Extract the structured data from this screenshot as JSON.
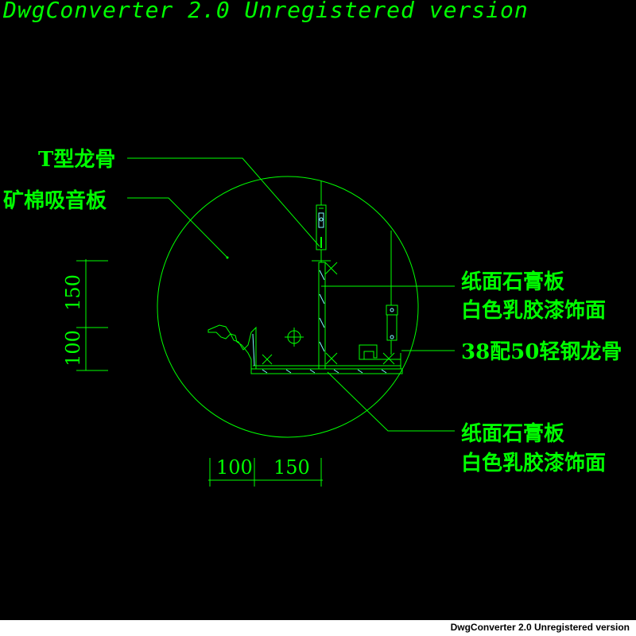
{
  "watermark": {
    "top": "DwgConverter 2.0 Unregistered version",
    "bottom": "DwgConverter 2.0 Unregistered version"
  },
  "callouts": {
    "t_keel": "T型龙骨",
    "mineral_board": "矿棉吸音板",
    "gypsum_upper_1": "纸面石膏板",
    "gypsum_upper_2": "白色乳胶漆饰面",
    "light_keel": "38配50轻钢龙骨",
    "gypsum_lower_1": "纸面石膏板",
    "gypsum_lower_2": "白色乳胶漆饰面"
  },
  "dimensions": {
    "vertical_upper": "150",
    "vertical_lower": "100",
    "horizontal_left": "100",
    "horizontal_right": "150"
  },
  "colors": {
    "line": "#00ff00",
    "light": "#80ffff",
    "background": "#000000"
  }
}
